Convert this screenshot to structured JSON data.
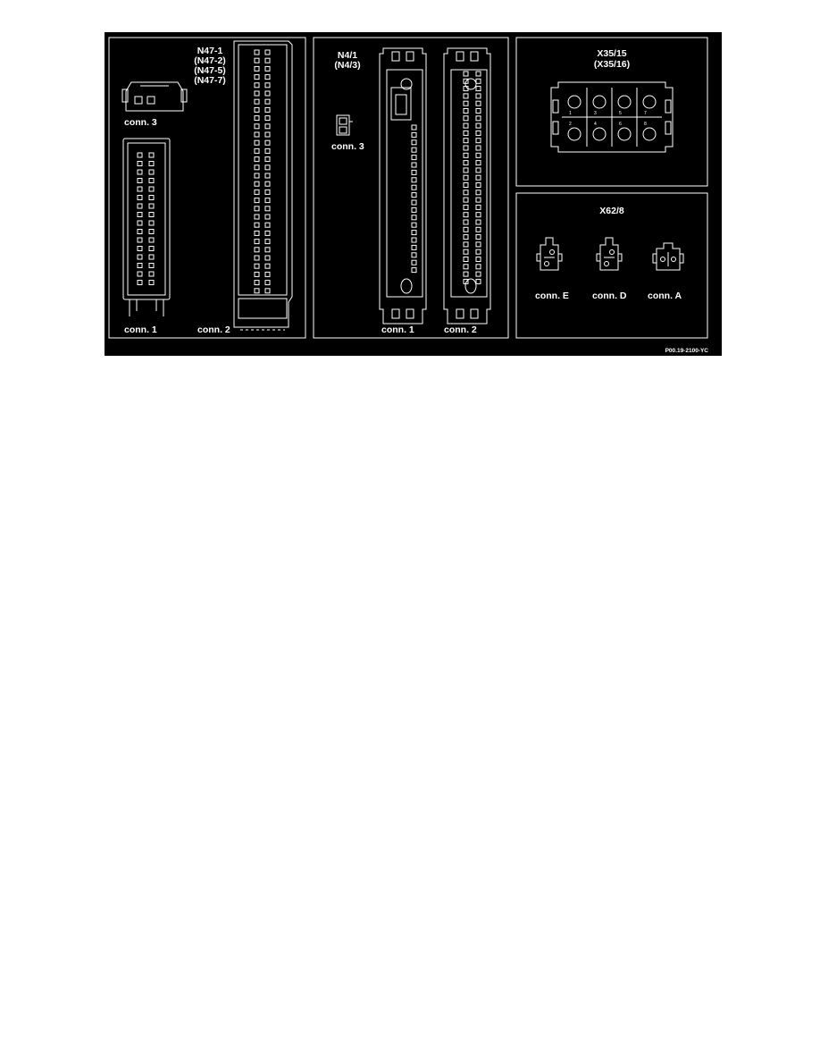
{
  "panel_n47": {
    "title_lines": [
      "N47-1",
      "(N47-2)",
      "(N47-5)",
      "(N47-7)"
    ],
    "conn3_label": "conn. 3",
    "conn1_label": "conn. 1",
    "conn2_label": "conn. 2"
  },
  "panel_n4": {
    "title_lines": [
      "N4/1",
      "(N4/3)"
    ],
    "conn3_label": "conn. 3",
    "conn1_label": "conn. 1",
    "conn2_label": "conn. 2"
  },
  "panel_x35": {
    "title_lines": [
      "X35/15",
      "(X35/16)"
    ],
    "pins_top": [
      "1",
      "3",
      "5",
      "7"
    ],
    "pins_bottom": [
      "2",
      "4",
      "6",
      "8"
    ]
  },
  "panel_x62": {
    "title": "X62/8",
    "connE_label": "conn. E",
    "connD_label": "conn. D",
    "connA_label": "conn. A"
  },
  "figure_code": "P00.19-2100-YC"
}
